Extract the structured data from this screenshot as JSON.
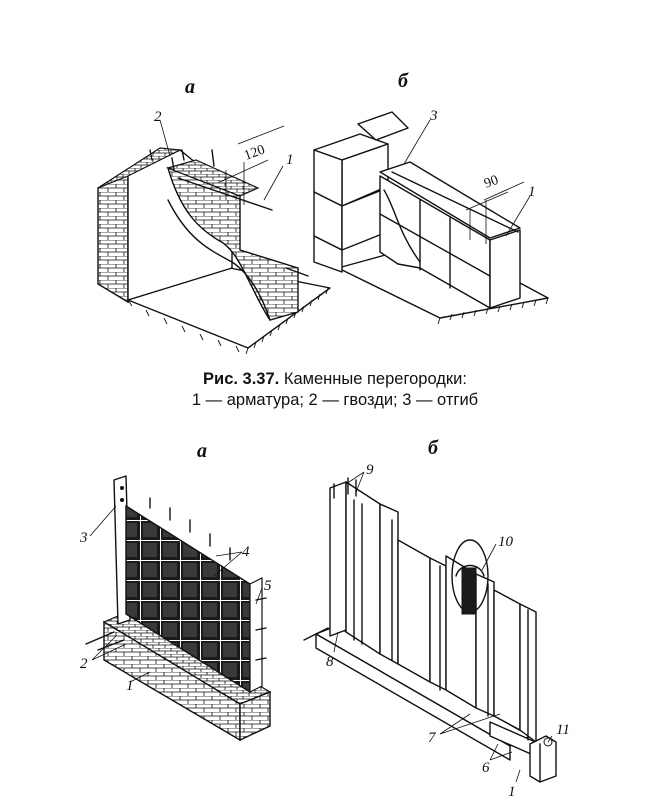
{
  "figure_top": {
    "panel_a_letter": "а",
    "panel_b_letter": "б",
    "labels_a": [
      "2",
      "120",
      "1"
    ],
    "labels_b": [
      "3",
      "90",
      "1"
    ]
  },
  "caption": {
    "number": "Рис. 3.37.",
    "title": "Каменные перегородки:",
    "legend": "1 — арматура; 2 — гвозди; 3 — отгиб"
  },
  "figure_bottom": {
    "panel_a_letter": "а",
    "panel_b_letter": "б",
    "labels_a": [
      "3",
      "4",
      "5",
      "2",
      "1"
    ],
    "labels_b": [
      "9",
      "10",
      "8",
      "7",
      "11",
      "6",
      "1"
    ]
  }
}
